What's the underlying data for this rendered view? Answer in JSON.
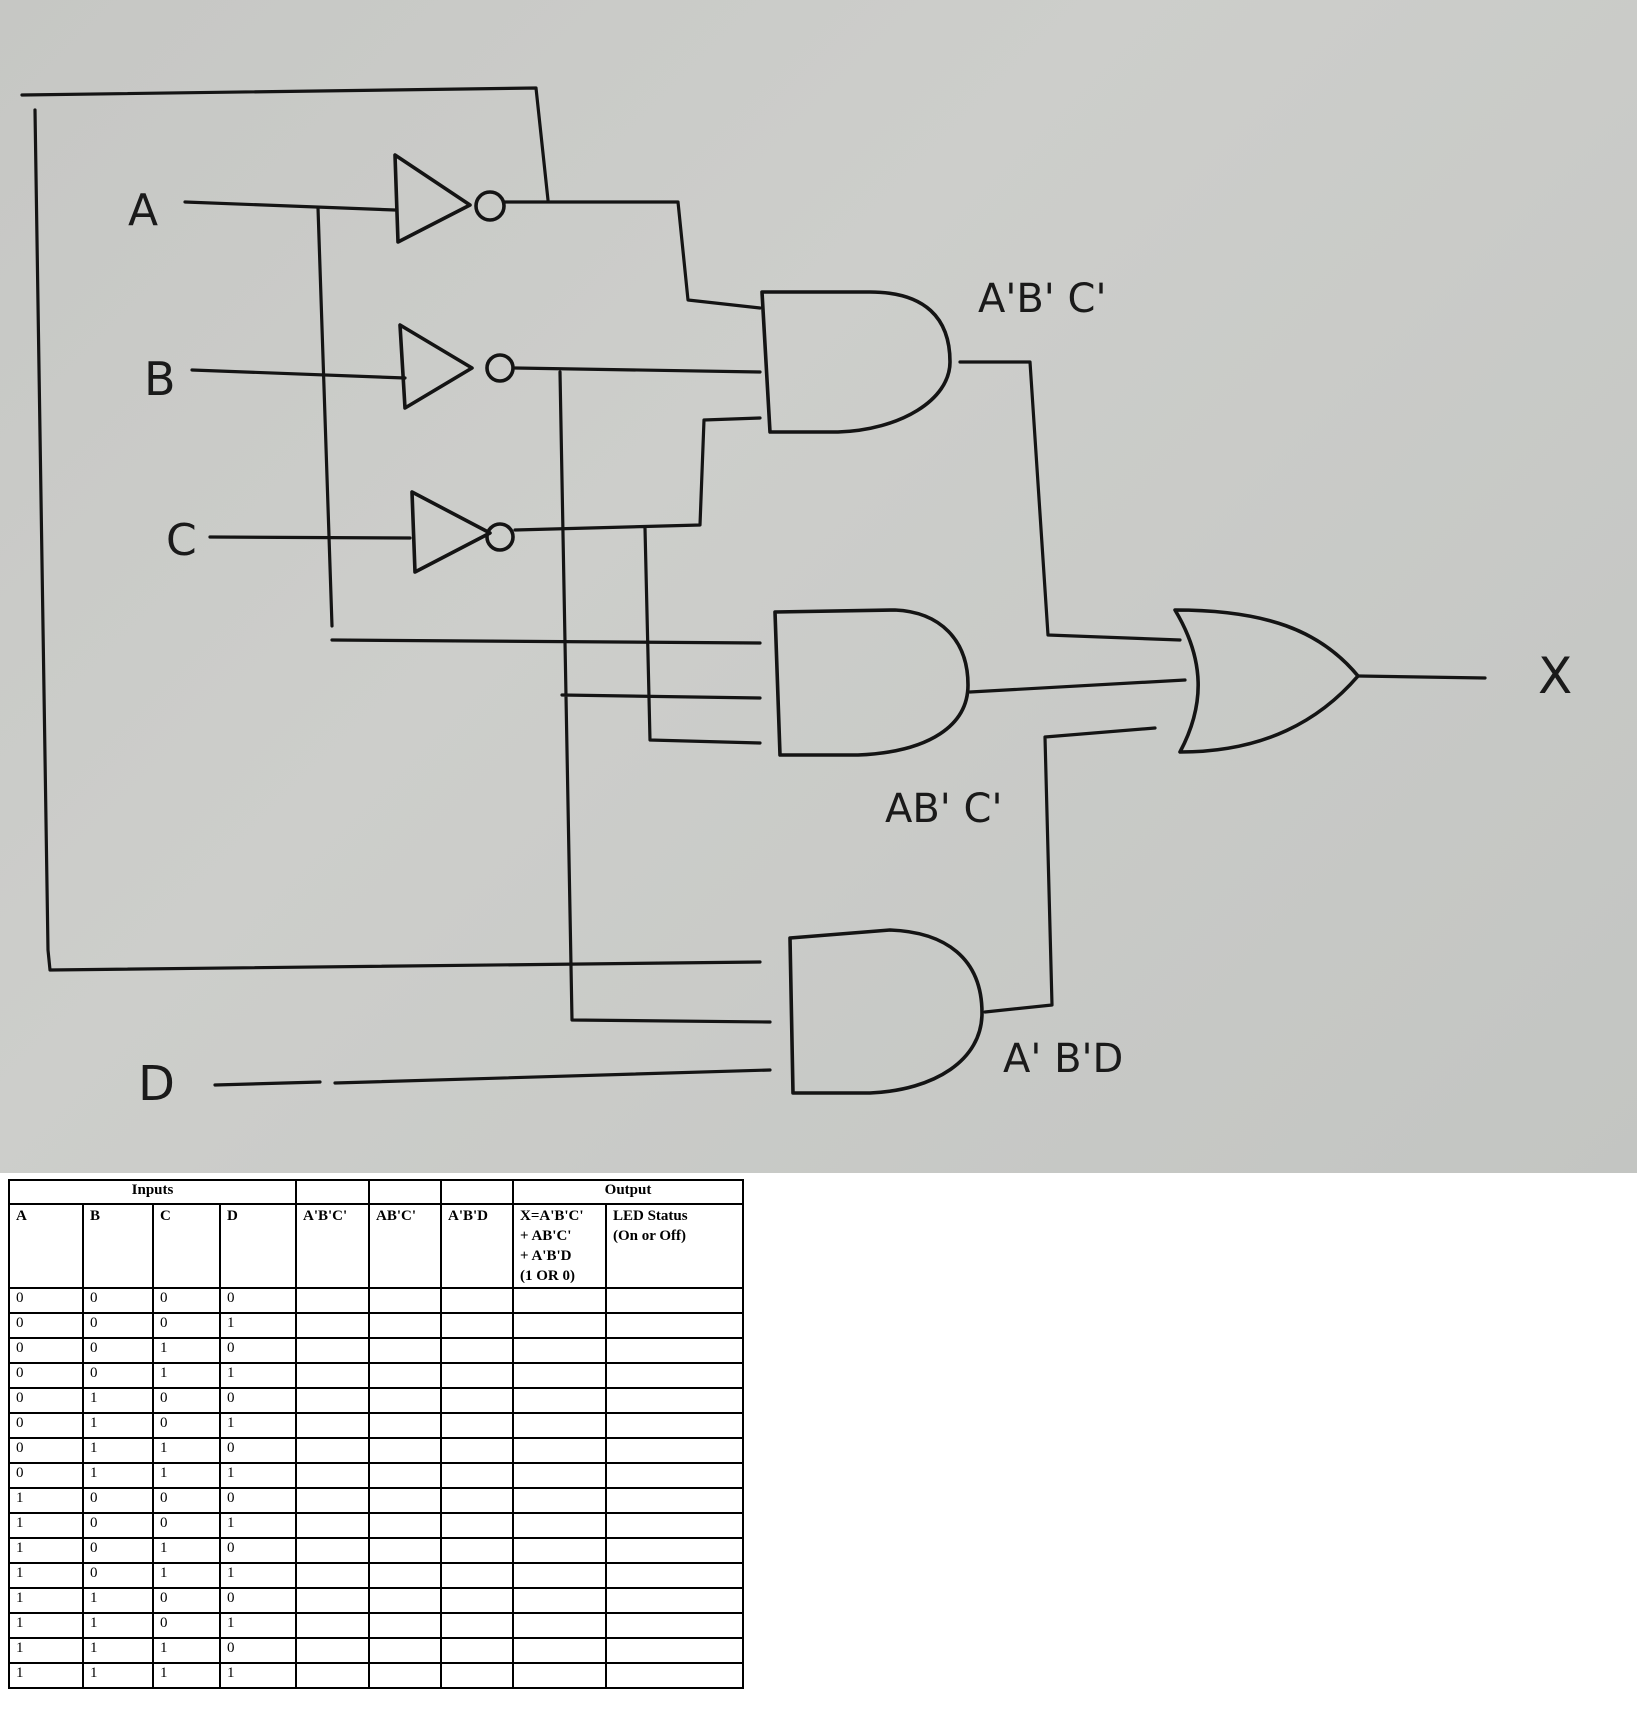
{
  "diagram": {
    "inputs": [
      "A",
      "B",
      "C",
      "D"
    ],
    "gate_labels": [
      "A'B' C'",
      "AB' C'",
      "A' B'D"
    ],
    "output_label": "X"
  },
  "table": {
    "group_inputs": "Inputs",
    "group_output": "Output",
    "columns": [
      "A",
      "B",
      "C",
      "D",
      "A'B'C'",
      "AB'C'",
      "A'B'D"
    ],
    "x_header_lines": [
      "X=A'B'C'",
      "+ AB'C'",
      "+ A'B'D",
      "(1 OR 0)"
    ],
    "led_header_lines": [
      "LED Status",
      "(On or Off)"
    ],
    "rows": [
      [
        "0",
        "0",
        "0",
        "0"
      ],
      [
        "0",
        "0",
        "0",
        "1"
      ],
      [
        "0",
        "0",
        "1",
        "0"
      ],
      [
        "0",
        "0",
        "1",
        "1"
      ],
      [
        "0",
        "1",
        "0",
        "0"
      ],
      [
        "0",
        "1",
        "0",
        "1"
      ],
      [
        "0",
        "1",
        "1",
        "0"
      ],
      [
        "0",
        "1",
        "1",
        "1"
      ],
      [
        "1",
        "0",
        "0",
        "0"
      ],
      [
        "1",
        "0",
        "0",
        "1"
      ],
      [
        "1",
        "0",
        "1",
        "0"
      ],
      [
        "1",
        "0",
        "1",
        "1"
      ],
      [
        "1",
        "1",
        "0",
        "0"
      ],
      [
        "1",
        "1",
        "0",
        "1"
      ],
      [
        "1",
        "1",
        "1",
        "0"
      ],
      [
        "1",
        "1",
        "1",
        "1"
      ]
    ]
  }
}
